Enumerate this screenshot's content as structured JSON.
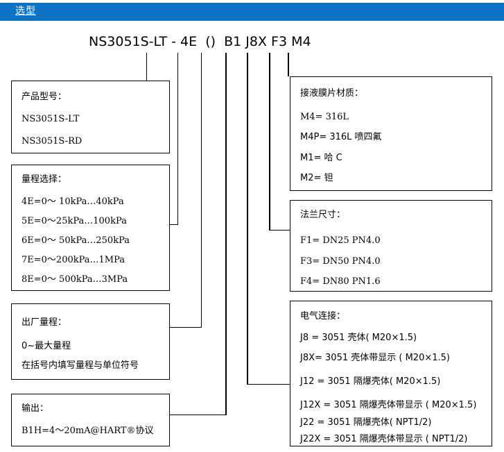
{
  "header": {
    "title": "选型",
    "bar_color": "#0b72c4",
    "text_color": "#ffffff"
  },
  "model_code": "NS3051S-LT - 4E  ()  B1 J8X F3 M4",
  "boxes": {
    "product_model": {
      "title": "产品型号：",
      "lines": [
        "NS3051S-LT",
        "NS3051S-RD"
      ]
    },
    "range_select": {
      "title": "量程选择：",
      "lines": [
        "4E=0～ 10kPa…40kPa",
        "5E=0～25kPa…100kPa",
        "6E=0～ 50kPa…250kPa",
        "7E=0～200kPa…1MPa",
        "8E=0～ 500kPa…3MPa"
      ]
    },
    "factory_range": {
      "title": "出厂量程：",
      "lines": [
        "0~最大量程",
        "在括号内填写量程与单位符号"
      ]
    },
    "output": {
      "title": "输出：",
      "lines": [
        "B1H=4～20mA@HART®协议"
      ]
    },
    "diaphragm_material": {
      "title": "接液膜片材质：",
      "lines": [
        "M4= 316L",
        "M4P= 316L 喷四氟",
        "M1= 哈 C",
        "M2= 钽"
      ]
    },
    "flange_size": {
      "title": "法兰尺寸：",
      "lines": [
        "F1= DN25 PN4.0",
        "F3= DN50 PN4.0",
        "F4= DN80 PN1.6"
      ]
    },
    "electrical_connection": {
      "title": "电气连接：",
      "lines": [
        "J8 = 3051 壳体( M20×1.5)",
        "J8X= 3051 壳体带显示 ( M20×1.5)",
        "J12 = 3051 隔爆壳体( M20×1.5)",
        "J12X = 3051 隔爆壳体带显示 ( M20×1.5)",
        "J22 = 3051 隔爆壳体( NPT1/2)",
        "J22X = 3051 隔爆壳体带显示 ( NPT1/2)"
      ]
    }
  }
}
